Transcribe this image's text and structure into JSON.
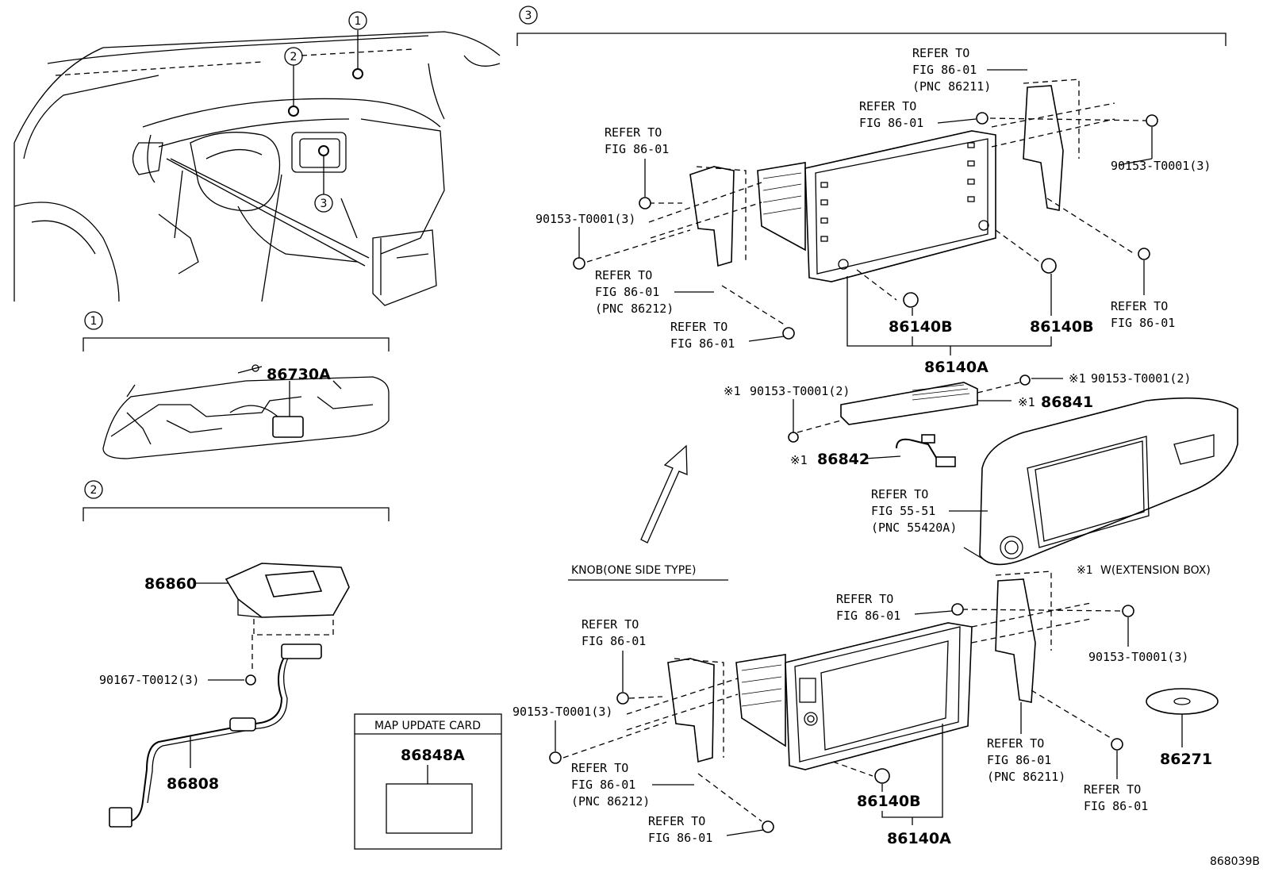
{
  "callouts": {
    "one": "1",
    "two": "2",
    "three": "3"
  },
  "section1": {
    "p86730A": "86730A"
  },
  "section2": {
    "p86860": "86860",
    "p90167": "90167-T0012(3)",
    "p86808": "86808",
    "map_card_title": "MAP UPDATE CARD",
    "p86848A": "86848A"
  },
  "section3": {
    "top": {
      "ref_r1": [
        "REFER TO",
        "FIG 86-01",
        "(PNC 86211)"
      ],
      "ref_r2": [
        "REFER TO",
        "FIG 86-01"
      ],
      "ref_l1": [
        "REFER TO",
        "FIG 86-01"
      ],
      "bolt_l": "90153-T0001(3)",
      "bolt_r": "90153-T0001(3)",
      "ref_l2": [
        "REFER TO",
        "FIG 86-01",
        "(PNC 86212)"
      ],
      "ref_l3": [
        "REFER TO",
        "FIG 86-01"
      ],
      "ref_r3": [
        "REFER TO",
        "FIG 86-01"
      ],
      "p86140B_1": "86140B",
      "p86140B_2": "86140B",
      "p86140A": "86140A"
    },
    "middle": {
      "note_mark": "※1",
      "bolt_r": "90153-T0001(2)",
      "bolt_l": "90153-T0001(2)",
      "p86841": "86841",
      "p86842": "86842",
      "ref_panel": [
        "REFER TO",
        "FIG 55-51",
        "(PNC 55420A)"
      ],
      "knob": "KNOB(ONE SIDE TYPE)",
      "ext_box": "W(EXTENSION BOX)"
    },
    "bottom": {
      "ref_c": [
        "REFER TO",
        "FIG 86-01"
      ],
      "ref_l1": [
        "REFER TO",
        "FIG 86-01"
      ],
      "bolt_r": "90153-T0001(3)",
      "bolt_l": "90153-T0001(3)",
      "ref_l2": [
        "REFER TO",
        "FIG 86-01",
        "(PNC 86212)"
      ],
      "ref_l3": [
        "REFER TO",
        "FIG 86-01"
      ],
      "ref_r1": [
        "REFER TO",
        "FIG 86-01",
        "(PNC 86211)"
      ],
      "ref_r2": [
        "REFER TO",
        "FIG 86-01"
      ],
      "p86140B": "86140B",
      "p86140A": "86140A",
      "p86271": "86271"
    }
  },
  "figure_code": "868039B"
}
